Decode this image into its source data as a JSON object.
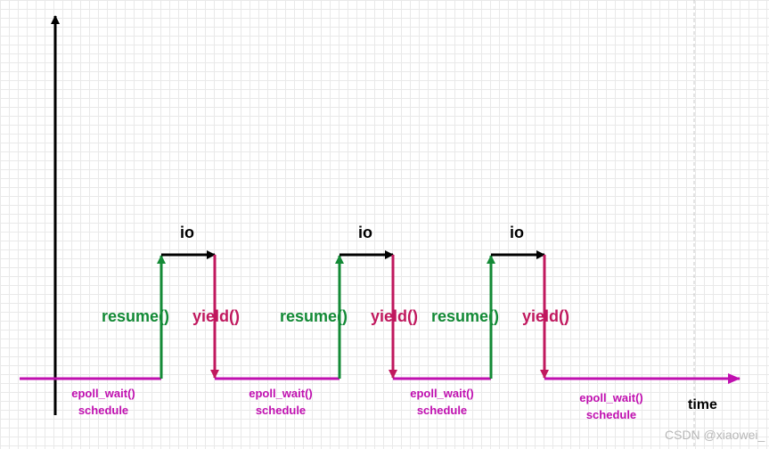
{
  "diagram": {
    "x_axis_label": "time",
    "phases": [
      {
        "io_label": "io",
        "resume_label": "resume()",
        "yield_label": "yield()"
      },
      {
        "io_label": "io",
        "resume_label": "resume()",
        "yield_label": "yield()"
      },
      {
        "io_label": "io",
        "resume_label": "resume()",
        "yield_label": "yield()"
      }
    ],
    "schedule_blocks": [
      {
        "line1": "epoll_wait()",
        "line2": "schedule"
      },
      {
        "line1": "epoll_wait()",
        "line2": "schedule"
      },
      {
        "line1": "epoll_wait()",
        "line2": "schedule"
      },
      {
        "line1": "epoll_wait()",
        "line2": "schedule"
      }
    ],
    "watermark": "CSDN @xiaowei_",
    "colors": {
      "baseline": "#c010b0",
      "resume": "#138a36",
      "yield": "#c0185e",
      "io": "#000000",
      "axis": "#000000"
    }
  }
}
